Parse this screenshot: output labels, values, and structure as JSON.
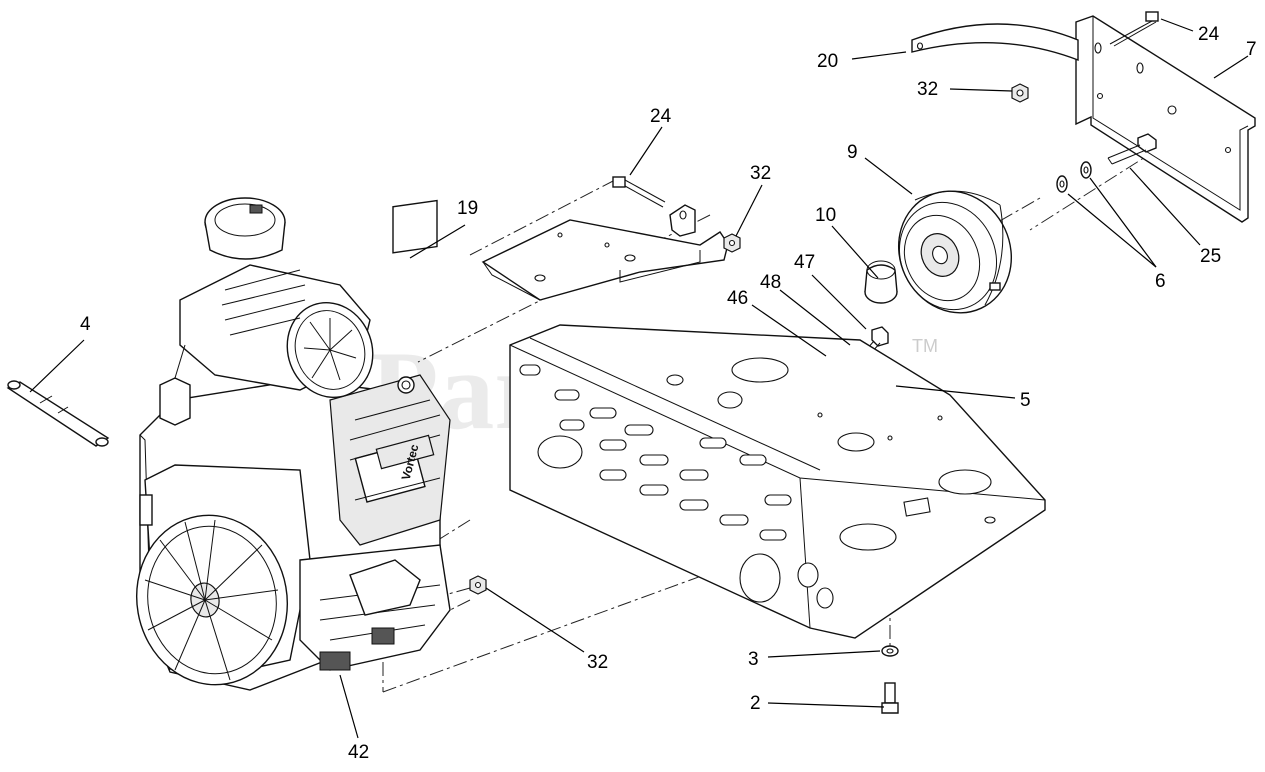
{
  "watermark": {
    "text": "PartsTree",
    "trademark": "TM"
  },
  "engine": {
    "brand_label": "Vortec"
  },
  "callouts": [
    {
      "id": "c20",
      "label": "20"
    },
    {
      "id": "c24a",
      "label": "24"
    },
    {
      "id": "c7",
      "label": "7"
    },
    {
      "id": "c32a",
      "label": "32"
    },
    {
      "id": "c24b",
      "label": "24"
    },
    {
      "id": "c32b",
      "label": "32"
    },
    {
      "id": "c9",
      "label": "9"
    },
    {
      "id": "c19",
      "label": "19"
    },
    {
      "id": "c10",
      "label": "10"
    },
    {
      "id": "c47",
      "label": "47"
    },
    {
      "id": "c48",
      "label": "48"
    },
    {
      "id": "c46",
      "label": "46"
    },
    {
      "id": "c25",
      "label": "25"
    },
    {
      "id": "c6",
      "label": "6"
    },
    {
      "id": "c4",
      "label": "4"
    },
    {
      "id": "c5",
      "label": "5"
    },
    {
      "id": "c32c",
      "label": "32"
    },
    {
      "id": "c3",
      "label": "3"
    },
    {
      "id": "c2",
      "label": "2"
    },
    {
      "id": "c42",
      "label": "42"
    }
  ]
}
